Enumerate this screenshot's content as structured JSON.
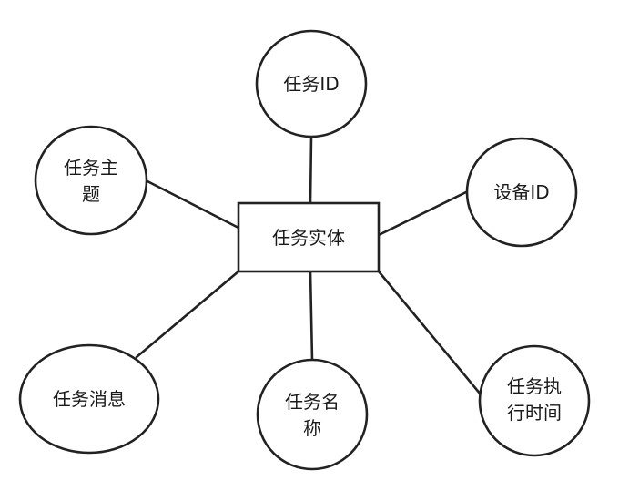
{
  "diagram": {
    "entity": {
      "label": "任务实体"
    },
    "attributes": [
      {
        "id": "task-id",
        "lines": [
          "任务ID"
        ]
      },
      {
        "id": "task-subject",
        "lines": [
          "任务主",
          "题"
        ]
      },
      {
        "id": "device-id",
        "lines": [
          "设备ID"
        ]
      },
      {
        "id": "task-message",
        "lines": [
          "任务消息"
        ]
      },
      {
        "id": "task-name",
        "lines": [
          "任务名",
          "称"
        ]
      },
      {
        "id": "task-exec-time",
        "lines": [
          "任务执",
          "行时间"
        ]
      }
    ]
  }
}
